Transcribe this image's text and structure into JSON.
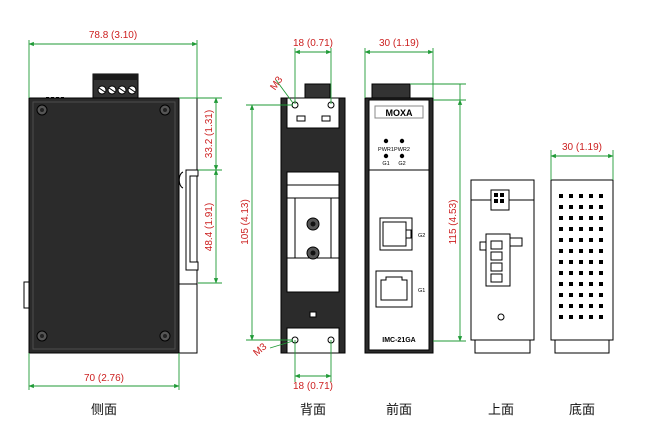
{
  "dimensions": {
    "side_width": "78.8 (3.10)",
    "side_height_top": "33.2 (1.31)",
    "side_height_mid": "48.4 (1.91)",
    "side_depth": "70 (2.76)",
    "rear_top_width": "18 (0.71)",
    "rear_height": "105 (4.13)",
    "rear_bottom_width": "18 (0.71)",
    "screw_top": "M3",
    "screw_bottom": "M3",
    "front_width": "30 (1.19)",
    "front_height": "115 (4.53)",
    "bottom_width": "30 (1.19)"
  },
  "front_labels": {
    "brand": "MOXA",
    "pwr1": "PWR1",
    "pwr2": "PWR2",
    "g1_led": "G1",
    "g2_led": "G2",
    "port_g2": "G2",
    "port_g1": "G1",
    "model": "IMC-21GA"
  },
  "captions": {
    "side": "侧面",
    "rear": "背面",
    "front": "前面",
    "top": "上面",
    "bottom": "底面"
  },
  "colors": {
    "dimension_line": "#1f9a36",
    "dimension_text": "#cc1f1f",
    "device_body": "#2b2b2b"
  }
}
